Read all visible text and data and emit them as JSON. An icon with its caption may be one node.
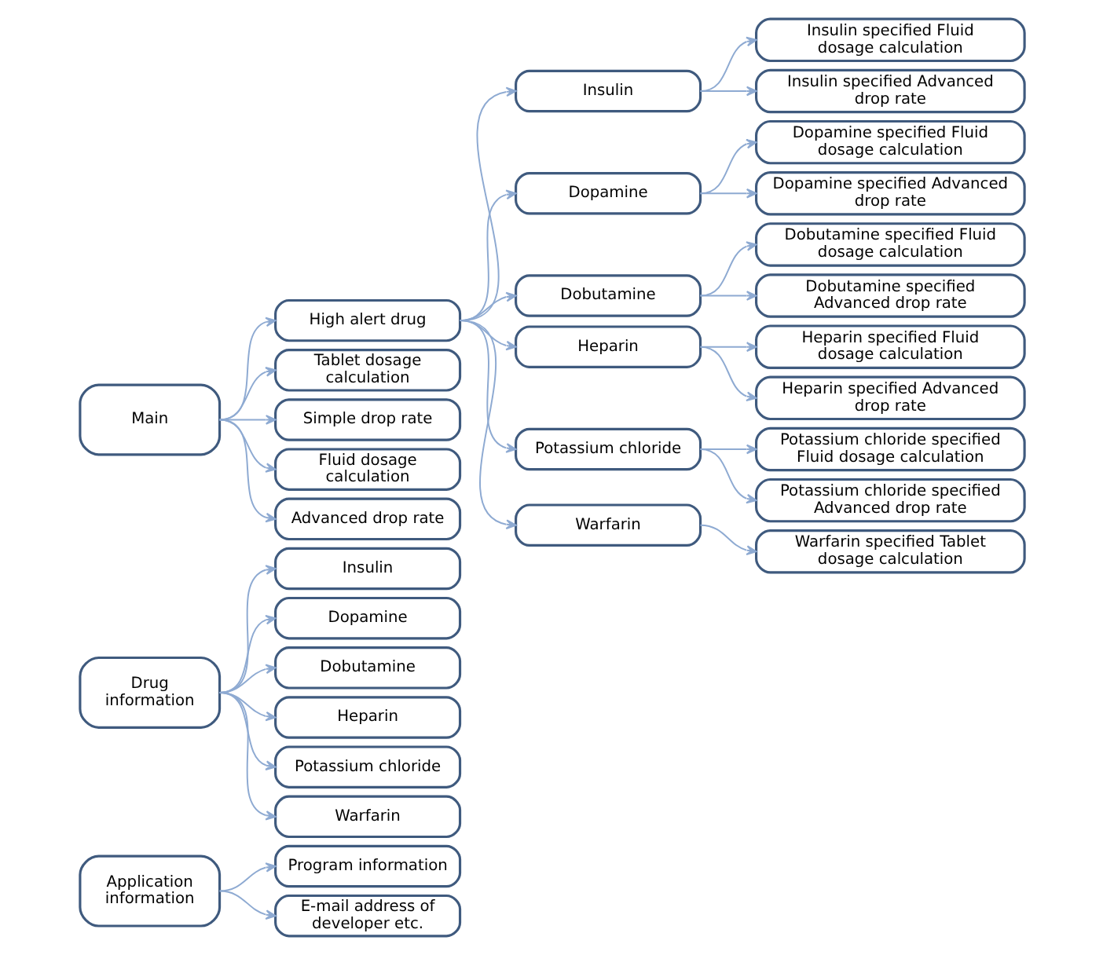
{
  "diagram": {
    "nodes": [
      {
        "text": [
          "Main"
        ]
      },
      {
        "text": [
          "High alert drug"
        ]
      },
      {
        "text": [
          "Tablet dosage calculation"
        ]
      },
      {
        "text": [
          "Simple drop rate"
        ]
      },
      {
        "text": [
          "Fluid dosage calculation"
        ]
      },
      {
        "text": [
          "Advanced drop rate"
        ]
      },
      {
        "text": [
          "Insulin"
        ]
      },
      {
        "text": [
          "Insulin specified Fluid dosage calculation"
        ]
      },
      {
        "text": [
          "Insulin specified Advanced drop rate"
        ]
      },
      {
        "text": [
          "Dopamine"
        ]
      },
      {
        "text": [
          "Dopamine specified Fluid dosage calculation"
        ]
      },
      {
        "text": [
          "Dopamine specified Advanced drop rate"
        ]
      },
      {
        "text": [
          "Dobutamine"
        ]
      },
      {
        "text": [
          "Dobutamine specified Fluid dosage calculation"
        ]
      },
      {
        "text": [
          "Dobutamine specified Advanced drop rate"
        ]
      },
      {
        "text": [
          "Heparin"
        ]
      },
      {
        "text": [
          "Heparin specified Fluid dosage calculation"
        ]
      },
      {
        "text": [
          "Heparin specified Advanced drop rate"
        ]
      },
      {
        "text": [
          "Potassium chloride"
        ]
      },
      {
        "text": [
          "Potassium chloride specified Fluid dosage calculation"
        ]
      },
      {
        "text": [
          "Potassium chloride specified Advanced drop rate"
        ]
      },
      {
        "text": [
          "Warfarin"
        ]
      },
      {
        "text": [
          "Warfarin specified Tablet dosage calculation"
        ]
      },
      {
        "text": [
          "Drug information"
        ]
      },
      {
        "text": [
          "Insulin"
        ]
      },
      {
        "text": [
          "Dopamine"
        ]
      },
      {
        "text": [
          "Dobutamine"
        ]
      },
      {
        "text": [
          "Heparin"
        ]
      },
      {
        "text": [
          "Potassium chloride"
        ]
      },
      {
        "text": [
          "Warfarin"
        ]
      },
      {
        "text": [
          "Application information"
        ]
      },
      {
        "text": [
          "Program information"
        ]
      },
      {
        "text": [
          "E-mail address of developer etc."
        ]
      }
    ],
    "edges": [
      {
        "from": 0,
        "to": 1,
        "arrow": "to"
      },
      {
        "from": 0,
        "to": 2,
        "arrow": "to"
      },
      {
        "from": 0,
        "to": 3,
        "arrow": "to"
      },
      {
        "from": 0,
        "to": 4,
        "arrow": "to"
      },
      {
        "from": 0,
        "to": 5,
        "arrow": "to"
      },
      {
        "from": 1,
        "to": 6,
        "arrow": "to"
      },
      {
        "from": 1,
        "to": 9,
        "arrow": "to"
      },
      {
        "from": 1,
        "to": 12,
        "arrow": "to"
      },
      {
        "from": 1,
        "to": 15,
        "arrow": "to"
      },
      {
        "from": 1,
        "to": 18,
        "arrow": "to"
      },
      {
        "from": 1,
        "to": 21,
        "arrow": "to"
      },
      {
        "from": 6,
        "to": 7,
        "arrow": "to"
      },
      {
        "from": 6,
        "to": 8,
        "arrow": "to"
      },
      {
        "from": 9,
        "to": 10,
        "arrow": "to"
      },
      {
        "from": 9,
        "to": 11,
        "arrow": "to"
      },
      {
        "from": 12,
        "to": 13,
        "arrow": "to"
      },
      {
        "from": 12,
        "to": 14,
        "arrow": "to"
      },
      {
        "from": 15,
        "to": 16,
        "arrow": "to"
      },
      {
        "from": 15,
        "to": 17,
        "arrow": "to"
      },
      {
        "from": 18,
        "to": 19,
        "arrow": "to"
      },
      {
        "from": 18,
        "to": 20,
        "arrow": "to"
      },
      {
        "from": 21,
        "to": 22,
        "arrow": "to"
      },
      {
        "from": 23,
        "to": 24,
        "arrow": "to"
      },
      {
        "from": 23,
        "to": 25,
        "arrow": "to"
      },
      {
        "from": 23,
        "to": 26,
        "arrow": "to"
      },
      {
        "from": 23,
        "to": 27,
        "arrow": "to"
      },
      {
        "from": 23,
        "to": 28,
        "arrow": "to"
      },
      {
        "from": 23,
        "to": 29,
        "arrow": "to"
      },
      {
        "from": 30,
        "to": 31,
        "arrow": "to"
      },
      {
        "from": 30,
        "to": 32,
        "arrow": "to"
      }
    ]
  }
}
